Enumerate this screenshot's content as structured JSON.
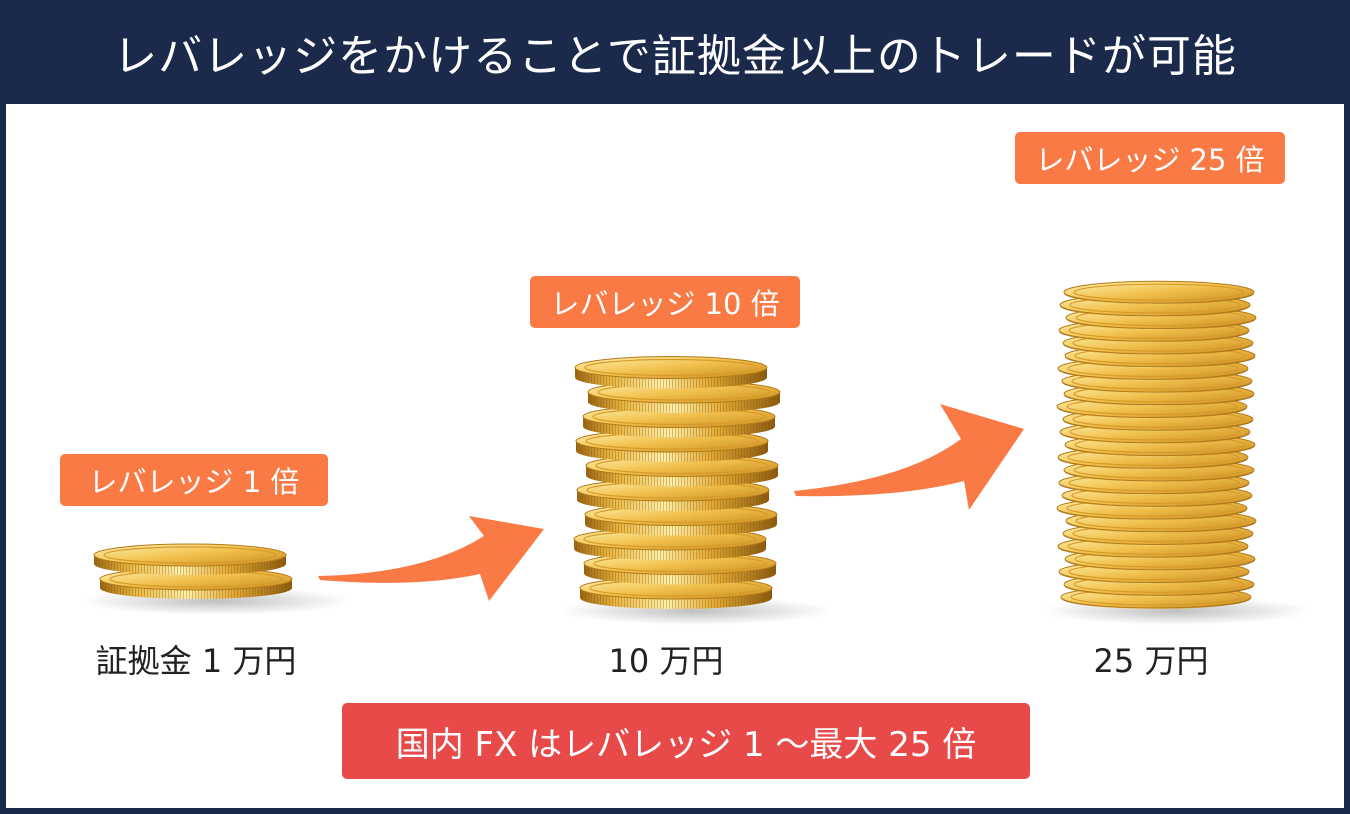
{
  "title": "レバレッジをかけることで証拠金以上のトレードが可能",
  "stages": [
    {
      "badge": "レバレッジ 1 倍",
      "amount": "証拠金 1 万円",
      "coins": 2
    },
    {
      "badge": "レバレッジ 10 倍",
      "amount": "10 万円",
      "coins": 10
    },
    {
      "badge": "レバレッジ 25 倍",
      "amount": "25 万円",
      "coins": 25
    }
  ],
  "summary": "国内 FX はレバレッジ 1 〜最大 25 倍",
  "colors": {
    "header_bg": "#1b2a4b",
    "badge": "#fa7a45",
    "summary": "#e84a4a",
    "arrow": "#fa7a45",
    "coin_gold": "#e3a935"
  },
  "icons": [
    "coin-stack-icon",
    "arrow-right-icon"
  ]
}
